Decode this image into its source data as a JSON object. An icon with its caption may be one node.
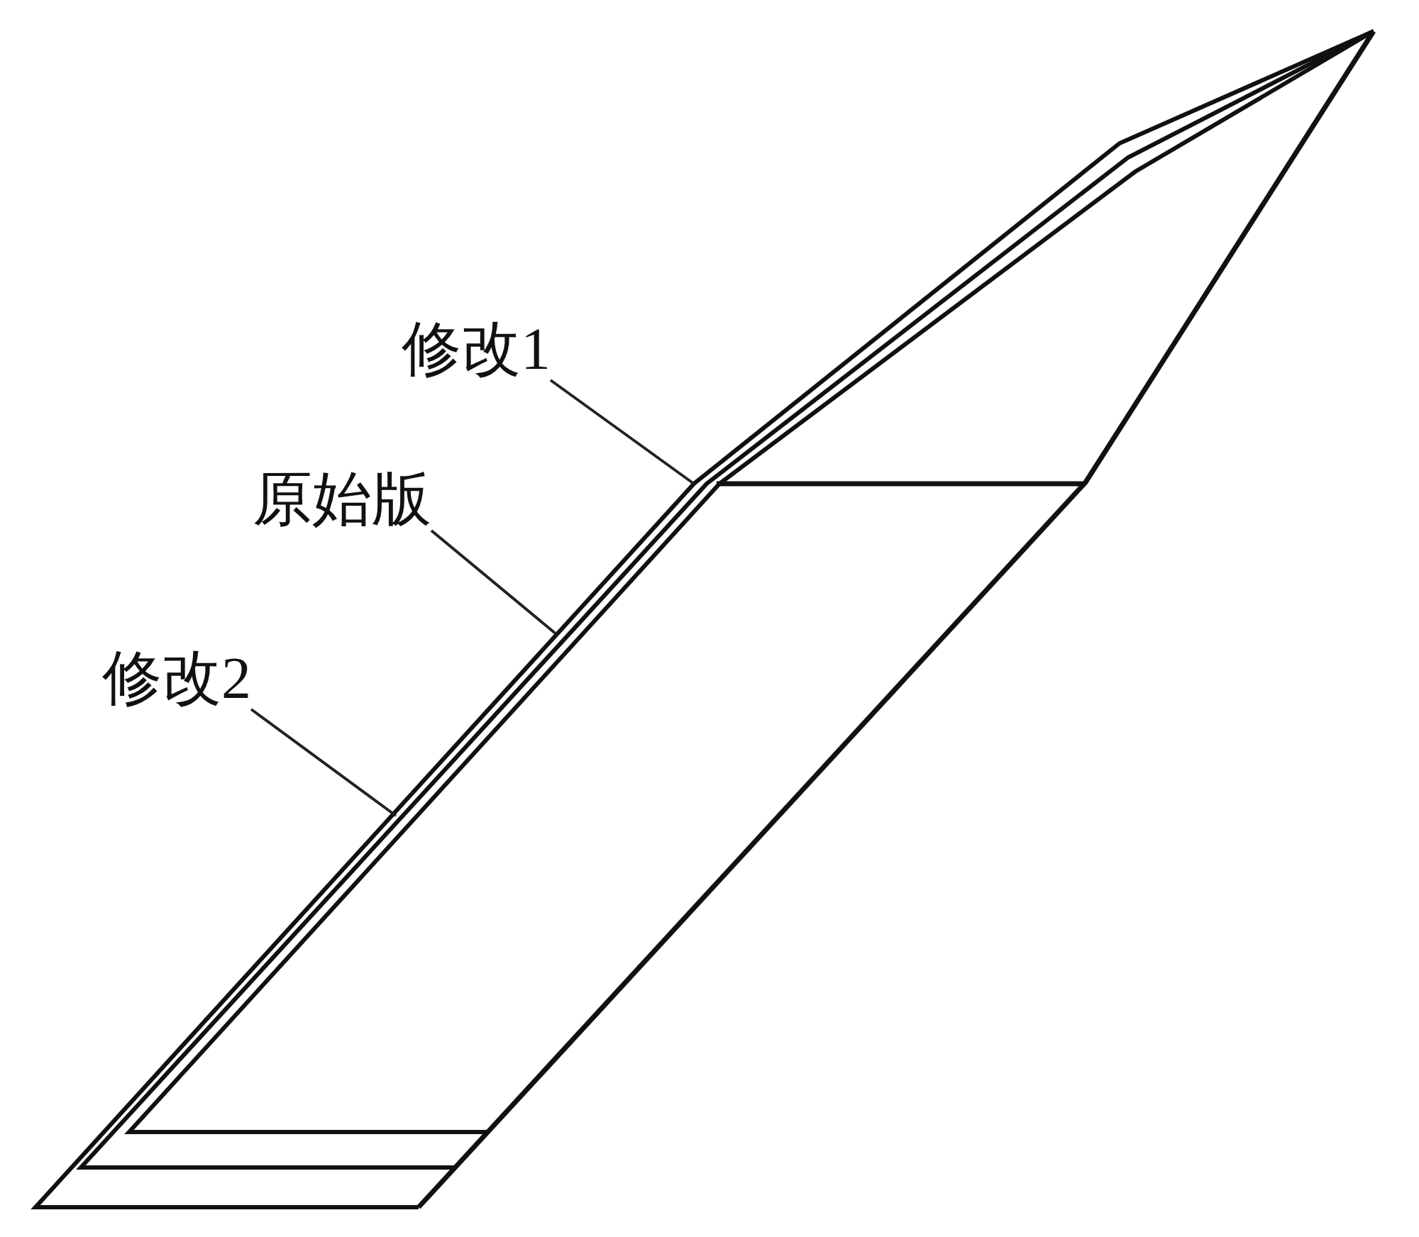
{
  "diagram": {
    "nodes": [
      {
        "text": [
          "修改1"
        ]
      },
      {
        "text": [
          "原始版"
        ]
      },
      {
        "text": [
          "修改2"
        ]
      }
    ],
    "edges": [
      {
        "from": 0,
        "to": null,
        "arrow": "none"
      },
      {
        "from": 1,
        "to": null,
        "arrow": "none"
      },
      {
        "from": 2,
        "to": null,
        "arrow": "none"
      }
    ]
  }
}
